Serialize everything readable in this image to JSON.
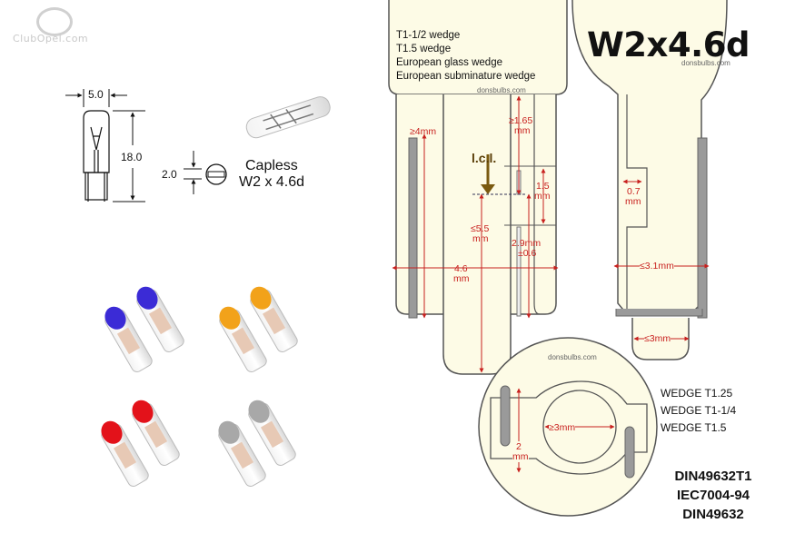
{
  "watermark": {
    "text": "ClubOpel.com"
  },
  "spec_title": "W2x4.6d",
  "credits": {
    "site_small": "donsbulbs.com",
    "site_1": "donsbulbs.com",
    "site_2": "donsbulbs.com"
  },
  "aliases": [
    "T1-1/2 wedge",
    "T1.5 wedge",
    "European glass wedge",
    "European subminature wedge"
  ],
  "bulb_dims": {
    "width": "5.0",
    "height": "18.0",
    "base_height": "2.0"
  },
  "capless": {
    "line1": "Capless",
    "line2": "W2 x 4.6d"
  },
  "front_view": {
    "d_4mm": "≥4mm",
    "d_165": "≥1.65",
    "d_165_unit": "mm",
    "icl": "l.c.l.",
    "d_15": "1.5",
    "d_15_unit": "mm",
    "d_55": "≤5.5",
    "d_55_unit": "mm",
    "d_29": "2.9mm",
    "d_29_tol": "±0.6",
    "d_46": "4.6",
    "d_46_unit": "mm"
  },
  "side_view": {
    "d_07": "0.7",
    "d_07_unit": "mm",
    "d_31": "≤3.1mm",
    "d_3": "≤3mm"
  },
  "bottom_view": {
    "d_3mm": "≥3mm",
    "d_2": "2",
    "d_2_unit": "mm"
  },
  "wedge_names": [
    "WEDGE T1.25",
    "WEDGE T1-1/4",
    "WEDGE T1.5"
  ],
  "standards": [
    "DIN49632T1",
    "IEC7004-94",
    "DIN49632"
  ],
  "colors": {
    "blue": "#3b2bd6",
    "amber": "#f2a21a",
    "red": "#e3121a",
    "silver": "#a8a8a8",
    "panel": "#fdfbe6",
    "dim": "#c8201e",
    "gray_bar": "#9a9a9a"
  },
  "led_bulbs": [
    {
      "color": "blue",
      "count": 2
    },
    {
      "color": "amber",
      "count": 2
    },
    {
      "color": "red",
      "count": 2
    },
    {
      "color": "silver",
      "count": 2
    }
  ]
}
